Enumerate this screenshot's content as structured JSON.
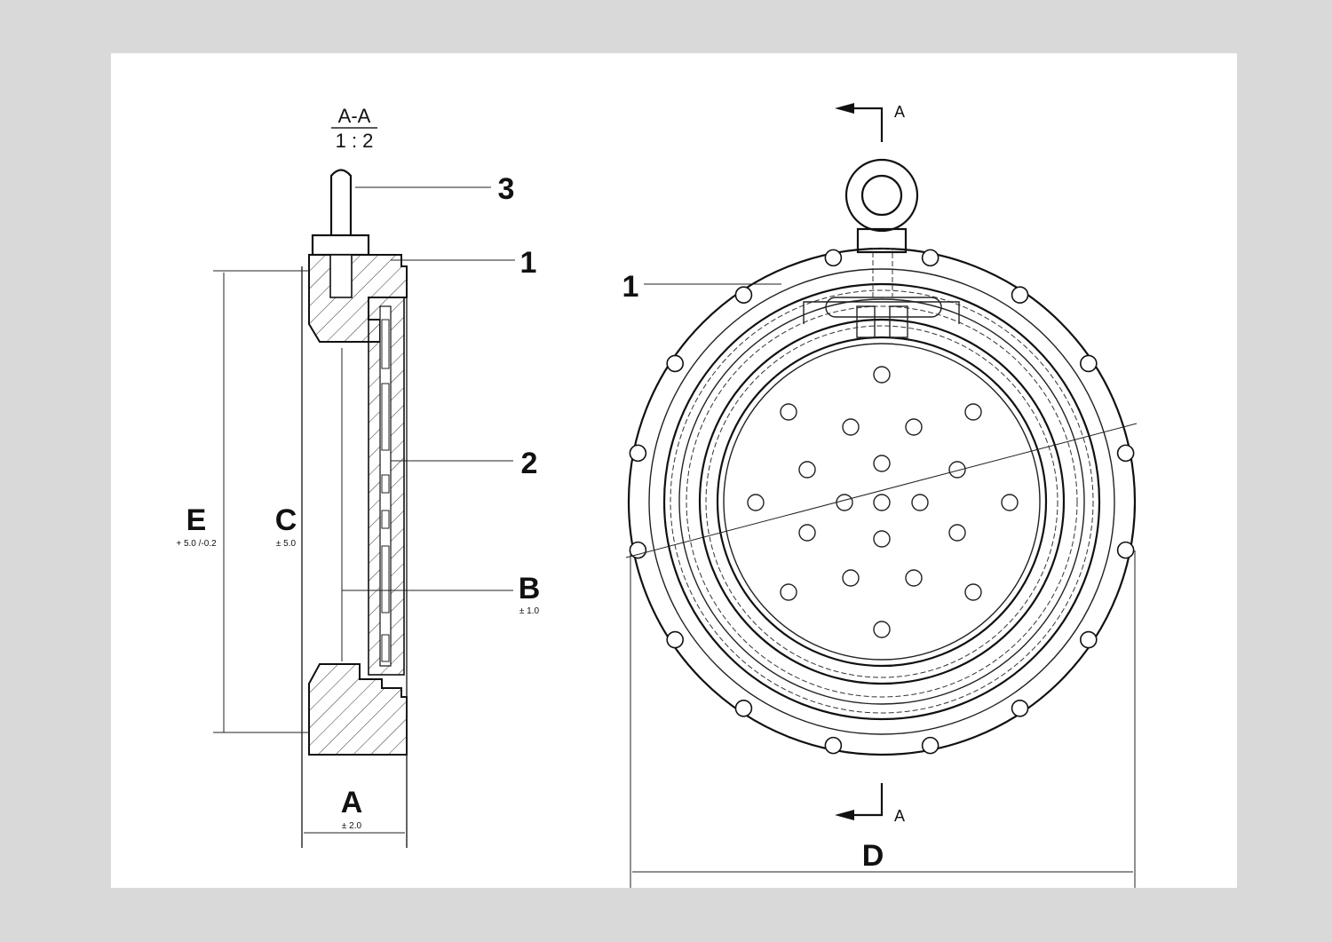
{
  "section_view": {
    "title": "A-A",
    "scale": "1 : 2",
    "callouts": {
      "pin": "3",
      "body": "1",
      "disc": "2"
    },
    "dimensions": {
      "E": {
        "label": "E",
        "tolerance": "+ 5.0 /-0.2"
      },
      "C": {
        "label": "C",
        "tolerance": "± 5.0"
      },
      "B": {
        "label": "B",
        "tolerance": "± 1.0"
      },
      "A": {
        "label": "A",
        "tolerance": "± 2.0"
      }
    }
  },
  "front_view": {
    "callout_body": "1",
    "section_marker_top": "A",
    "section_marker_bottom": "A",
    "dimension_D": "D"
  }
}
